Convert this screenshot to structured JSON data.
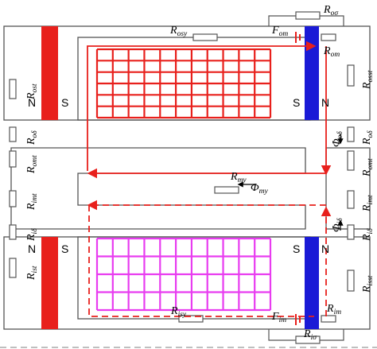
{
  "labels": {
    "r_o_sigma": {
      "main": "R",
      "sub": "oσ"
    },
    "r_osy": {
      "main": "R",
      "sub": "osy"
    },
    "f_om": {
      "main": "F",
      "sub": "om"
    },
    "r_om": {
      "main": "R",
      "sub": "om"
    },
    "r_ost": {
      "main": "R",
      "sub": "ost"
    },
    "r_osst": {
      "main": "R",
      "sub": "osst"
    },
    "r_o_delta_l": {
      "main": "R",
      "sub": "oδ"
    },
    "r_o_delta_r": {
      "main": "R",
      "sub": "oδ"
    },
    "phi_o_delta": {
      "main": "Φ",
      "sub": "oδ"
    },
    "r_omt_l": {
      "main": "R",
      "sub": "omt"
    },
    "r_omt_r": {
      "main": "R",
      "sub": "omt"
    },
    "r_my": {
      "main": "R",
      "sub": "my"
    },
    "phi_my": {
      "main": "Φ",
      "sub": "my"
    },
    "r_imt_l": {
      "main": "R",
      "sub": "imt"
    },
    "r_imt_r": {
      "main": "R",
      "sub": "imt"
    },
    "r_i_delta_l": {
      "main": "R",
      "sub": "iδ"
    },
    "r_i_delta_r": {
      "main": "R",
      "sub": "iδ"
    },
    "phi_i_delta": {
      "main": "Φ",
      "sub": "iδ"
    },
    "r_ist": {
      "main": "R",
      "sub": "ist"
    },
    "r_isst": {
      "main": "R",
      "sub": "isst"
    },
    "r_isy": {
      "main": "R",
      "sub": "isy"
    },
    "f_im": {
      "main": "F",
      "sub": "im"
    },
    "r_im": {
      "main": "R",
      "sub": "im"
    },
    "r_i_sigma": {
      "main": "R",
      "sub": "iσ"
    }
  },
  "poles": {
    "top_left_n": "N",
    "top_left_s": "S",
    "top_right_s": "S",
    "top_right_n": "N",
    "bottom_left_n": "N",
    "bottom_left_s": "S",
    "bottom_right_s": "S",
    "bottom_right_n": "N"
  },
  "colors": {
    "flux_path": "#e8201c",
    "magnet_red": "#e8201c",
    "magnet_blue": "#1a1ad6",
    "coil_top": "#e8201c",
    "coil_bottom": "#e83cf0",
    "structure": "#555555"
  }
}
